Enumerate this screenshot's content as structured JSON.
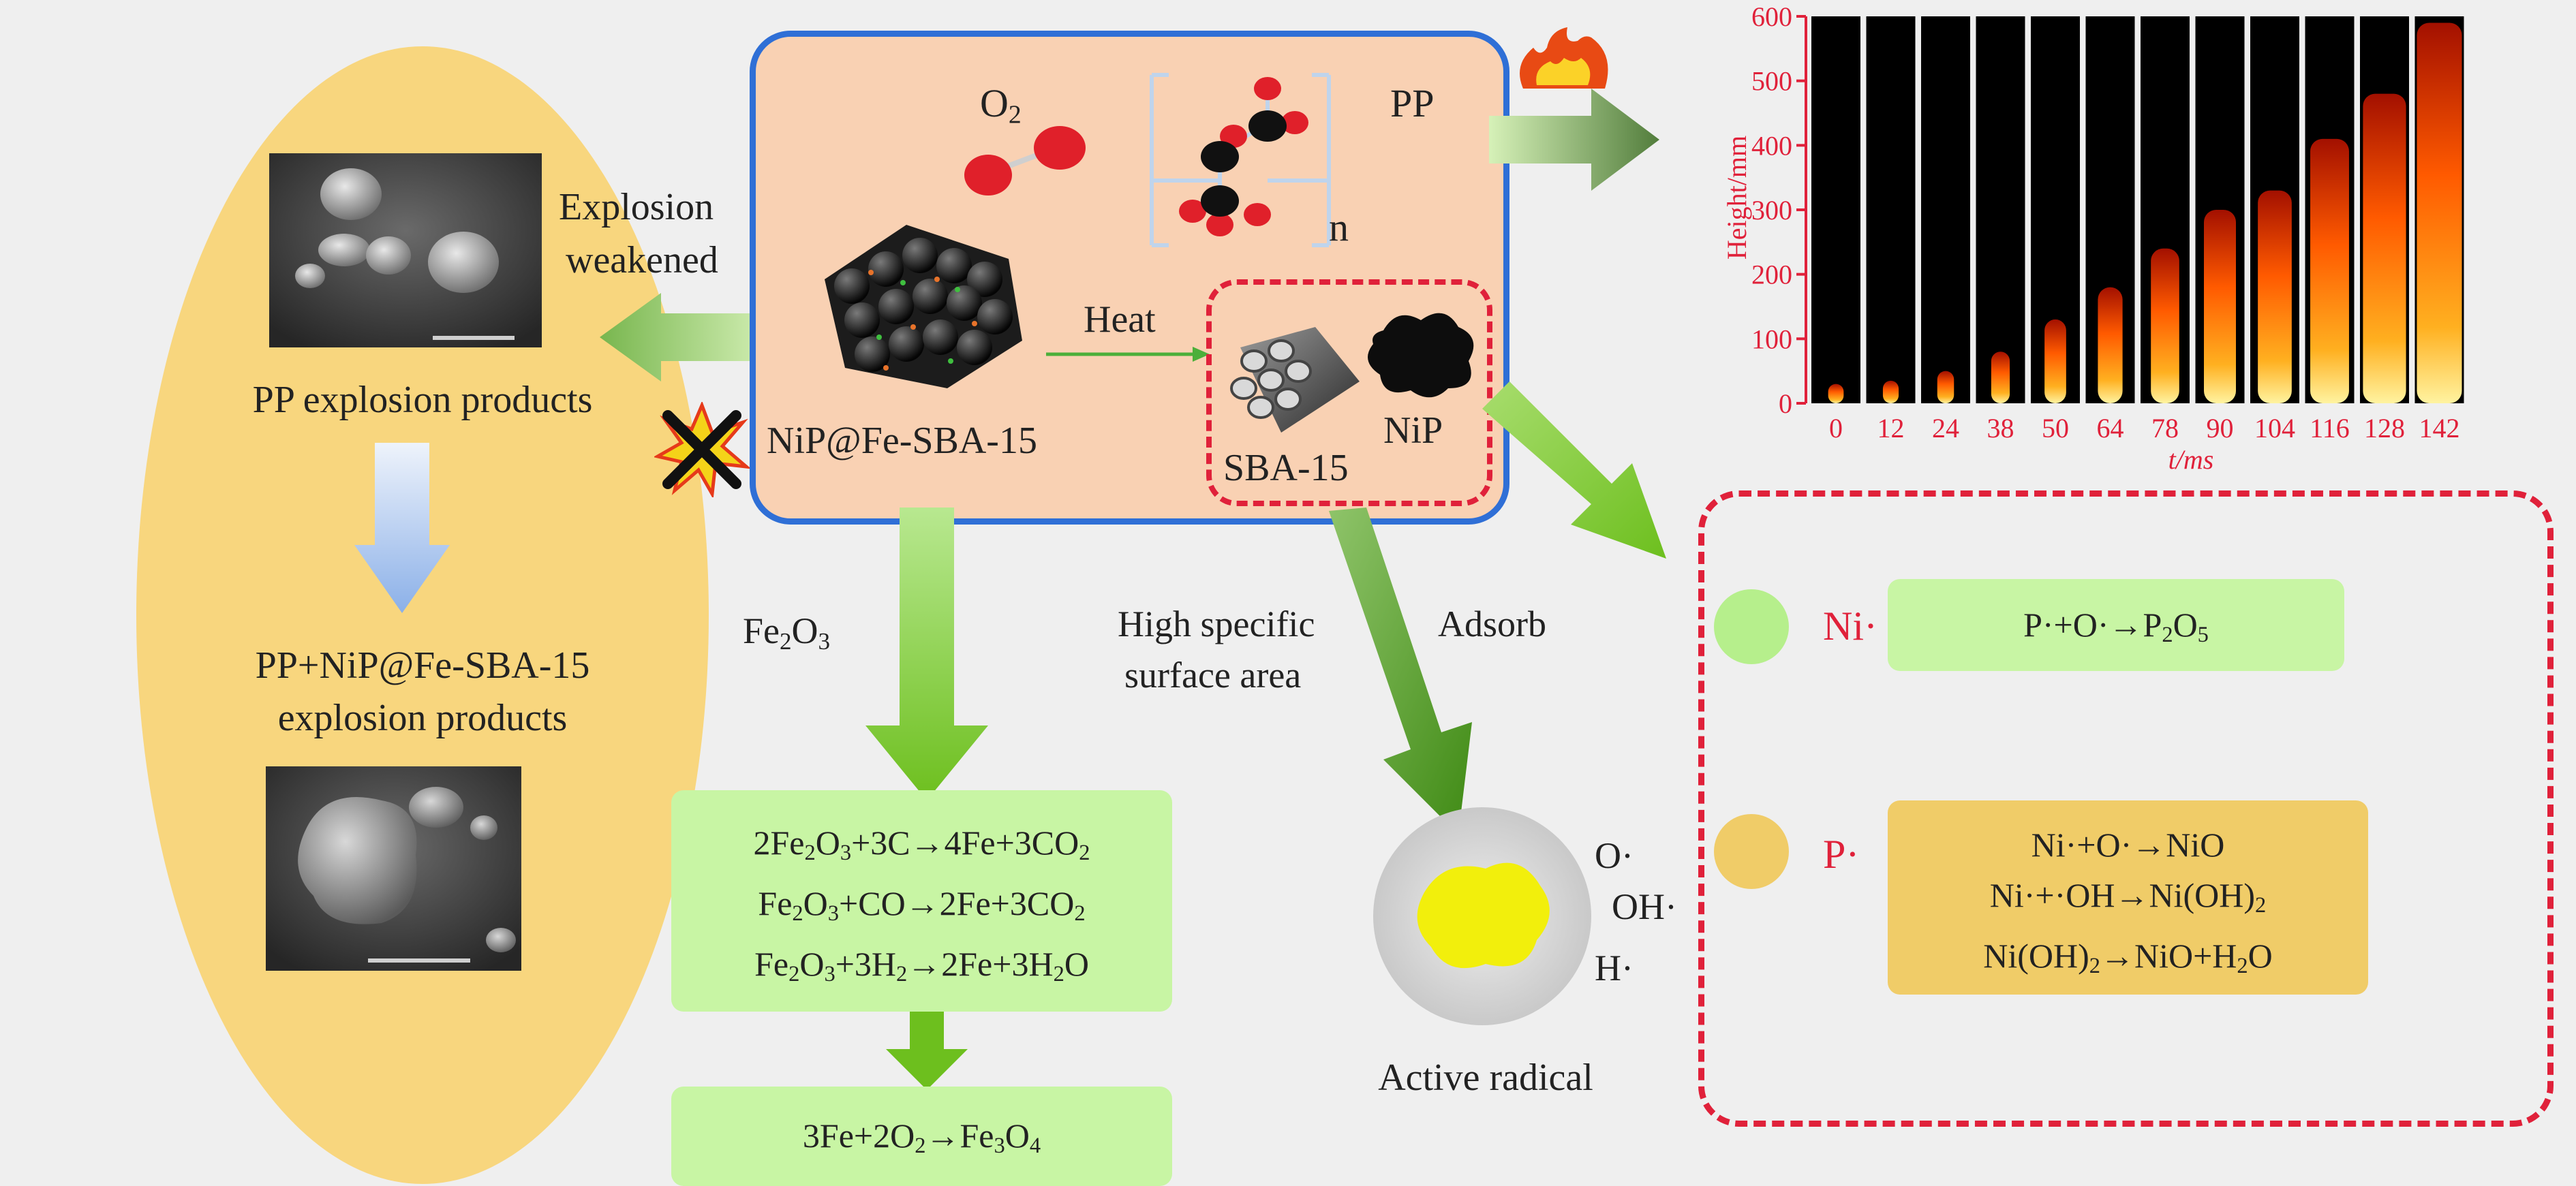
{
  "left": {
    "pp_products_label": "PP explosion products",
    "mix_products_line1": "PP+NiP@Fe-SBA-15",
    "mix_products_line2": "explosion products",
    "explosion_weakened_line1": "Explosion",
    "explosion_weakened_line2": "weakened"
  },
  "center": {
    "o2_label": "O",
    "o2_sub": "2",
    "pp_label": "PP",
    "n_label": "n",
    "heat_label": "Heat",
    "catalyst_label": "NiP@Fe-SBA-15",
    "sba_label": "SBA-15",
    "nip_label": "NiP"
  },
  "middle": {
    "fe2o3_label": "Fe2O3",
    "surface_line1": "High specific",
    "surface_line2": "surface area",
    "adsorb_label": "Adsorb",
    "active_radical_label": "Active radical",
    "radicals": [
      "O·",
      "OH·",
      "H·"
    ]
  },
  "reactions": {
    "fe_group": [
      "2Fe2O3+3C→4Fe+3CO2",
      "Fe2O3+CO→2Fe+3CO2",
      "Fe2O3+3H2→2Fe+3H2O"
    ],
    "fe3o4": "3Fe+2O2→Fe3O4",
    "ni_radical_label": "Ni·",
    "ni_reaction": "P·+O·→P2O5",
    "p_radical_label": "P·",
    "p_reactions": [
      "Ni·+O·→NiO",
      "Ni·+·OH→Ni(OH)2",
      "Ni(OH)2→NiO+H2O"
    ]
  },
  "chart_data": {
    "type": "bar",
    "ylabel": "Height/mm",
    "xlabel": "t/ms",
    "ylim": [
      0,
      600
    ],
    "yticks": [
      0,
      100,
      200,
      300,
      400,
      500,
      600
    ],
    "categories": [
      "0",
      "12",
      "24",
      "38",
      "50",
      "64",
      "78",
      "90",
      "104",
      "116",
      "128",
      "142"
    ],
    "values": [
      30,
      35,
      50,
      80,
      130,
      180,
      240,
      300,
      330,
      410,
      480,
      590
    ],
    "colors": {
      "axis": "#e0213a",
      "panel": "#000000",
      "flame": "#ff7a00"
    }
  }
}
